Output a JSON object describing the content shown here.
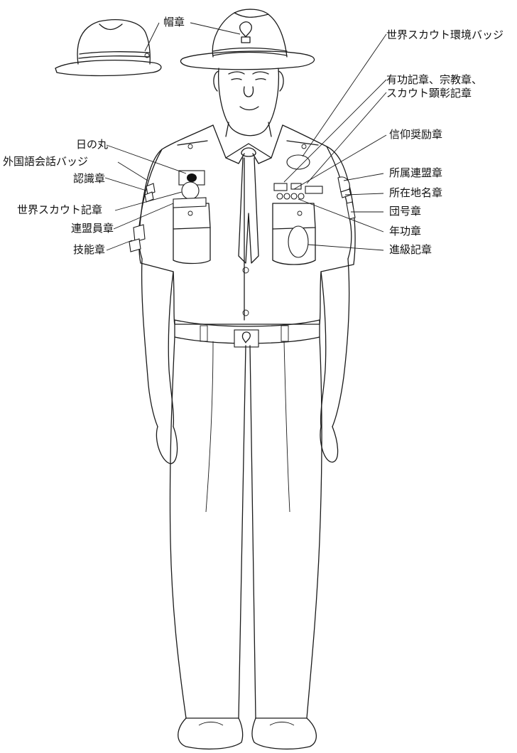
{
  "labels": {
    "hat_badge": "帽章",
    "world_env": "世界スカウト環境バッジ",
    "merit_line1": "有功記章、宗教章、",
    "merit_line2": "スカウト顕彰記章",
    "hinomaru": "日の丸",
    "foreign_lang": "外国語会話バッジ",
    "recognition": "認識章",
    "faith": "信仰奨励章",
    "federation": "所属連盟章",
    "location": "所在地名章",
    "troop": "団号章",
    "world_scout": "世界スカウト記章",
    "member": "連盟員章",
    "service": "年功章",
    "skill": "技能章",
    "advancement": "進級記章"
  }
}
